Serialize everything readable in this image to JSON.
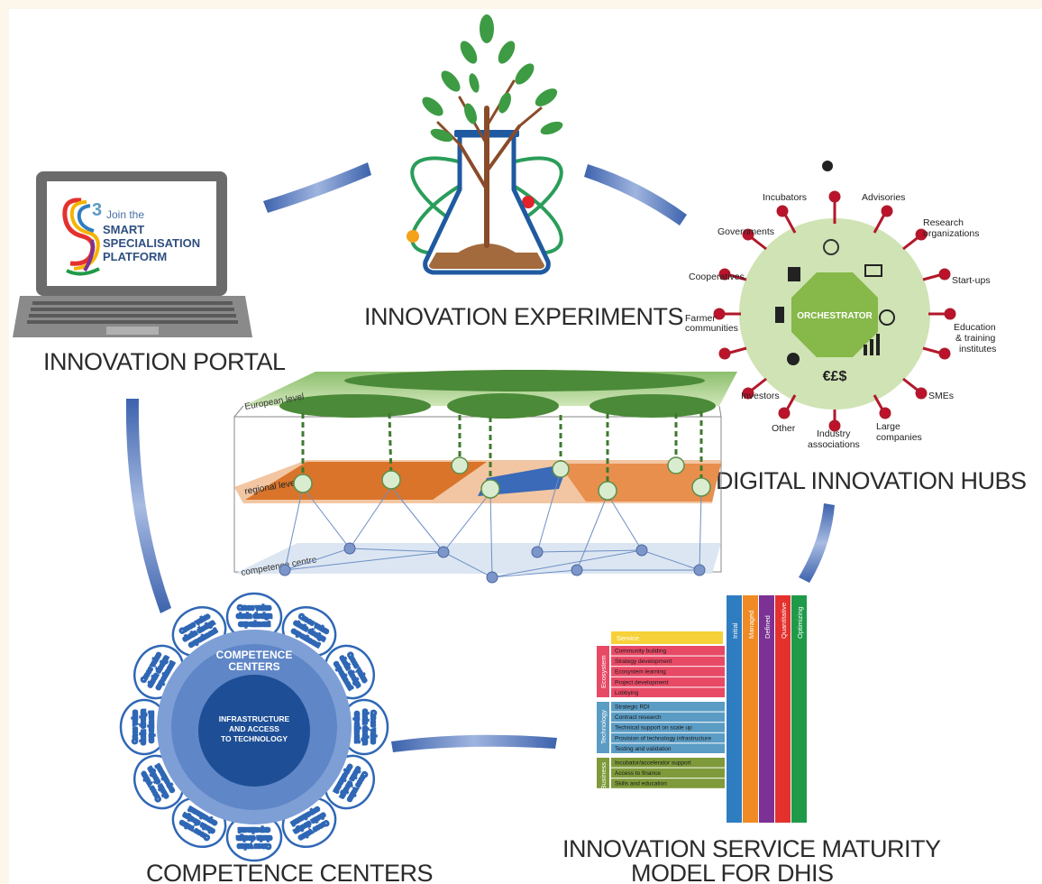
{
  "titles": {
    "experiments": "INNOVATION EXPERIMENTS",
    "portal": "INNOVATION PORTAL",
    "hubs": "DIGITAL INNOVATION HUBS",
    "competence": "COMPETENCE CENTERS",
    "maturity_line1": "INNOVATION SERVICE MATURITY",
    "maturity_line2": "MODEL FOR DHIS"
  },
  "portal": {
    "screen_line1": "Join the",
    "screen_line2": "SMART",
    "screen_line3": "SPECIALISATION",
    "screen_line4": "PLATFORM",
    "logo_digit": "3"
  },
  "hub": {
    "center": "ORCHESTRATOR",
    "currency": "€£$",
    "labels": {
      "incubators": "Incubators",
      "advisories": "Advisories",
      "governments": "Governments",
      "research_1": "Research",
      "research_2": "organizations",
      "startups": "Start-ups",
      "cooperatives": "Cooperatives",
      "farmer_1": "Farmer",
      "farmer_2": "communities",
      "education_1": "Education",
      "education_2": "& training",
      "education_3": "institutes",
      "investors": "Investors",
      "smes": "SMEs",
      "other": "Other",
      "industry_1": "Industry",
      "industry_2": "associations",
      "large_1": "Large",
      "large_2": "companies"
    }
  },
  "levels": {
    "european": "European level",
    "regional": "regional level",
    "competence": "competence centre"
  },
  "competence": {
    "outer": "COMPETENCE",
    "outer2": "CENTERS",
    "inner1": "INFRASTRUCTURE",
    "inner2": "AND ACCESS",
    "inner3": "TO TECHNOLOGY",
    "petal1": "Cross value",
    "petal2": "chain design",
    "petal3": "experiment"
  },
  "maturity": {
    "service_header": "Service",
    "levels": [
      "Initial",
      "Managed",
      "Defined",
      "Quantitative",
      "Optimizing"
    ],
    "groups": [
      {
        "name": "Ecosystem",
        "rows": [
          "Community building",
          "Strategy development",
          "Ecosystem learning",
          "Project development",
          "Lobbying"
        ]
      },
      {
        "name": "Technology",
        "rows": [
          "Strategic RDI",
          "Contract research",
          "Technical support on scale up",
          "Provision of technology infrastructure",
          "Testing and validation"
        ]
      },
      {
        "name": "Business",
        "rows": [
          "Incubator/accelerator support",
          "Access to finance",
          "Skills and education"
        ]
      }
    ],
    "colors": {
      "ecosystem": "#e84a66",
      "technology": "#5b9cc4",
      "business": "#7e9a3a",
      "level_colors": [
        "#2f7dc1",
        "#f08a24",
        "#7b3294",
        "#e5312e",
        "#1f9a48"
      ]
    }
  },
  "colors": {
    "arrow": "#5b7fc0",
    "hub_bg": "#cfe3b4",
    "leaf": "#3d9b44",
    "branch": "#8a4b2a",
    "flask": "#1f5aa0",
    "competence_outer": "#5f86c7",
    "competence_inner": "#1e4f96"
  }
}
